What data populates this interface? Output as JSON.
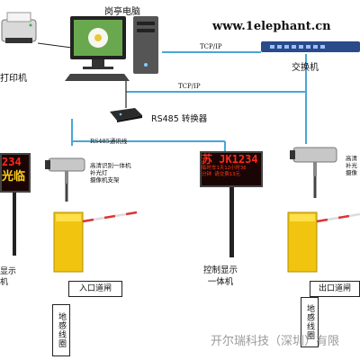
{
  "brand": "www.1elephant.cn",
  "devices": {
    "computer": "岗亭电脑",
    "printer": "打印机",
    "switch": "交换机",
    "converter": "RS485 转换器",
    "entry_gate": "入口道闸",
    "exit_gate": "出口道闸",
    "control_display": "控制显示\n一体机",
    "left_display_partial": "显示\n机",
    "camera_left": "高清识别一体机\n补光灯\n摄像机支架",
    "camera_right_partial": "高清\n补光\n摄像"
  },
  "protocols": {
    "tcp_ip_top": "TCP/IP",
    "tcp_ip_mid": "TCP/IP",
    "rs485_line": "RS485通讯线"
  },
  "loop": {
    "left": "地感线圈",
    "right": "地感线圈"
  },
  "displays": {
    "left_line1": "234",
    "left_line2": "光临",
    "center_plate": "苏 JK1234",
    "center_line2": "临时车1天12小时36",
    "center_line3": "分钟 请交费13元"
  },
  "watermark": "开尔瑞科技（深圳）有限"
}
